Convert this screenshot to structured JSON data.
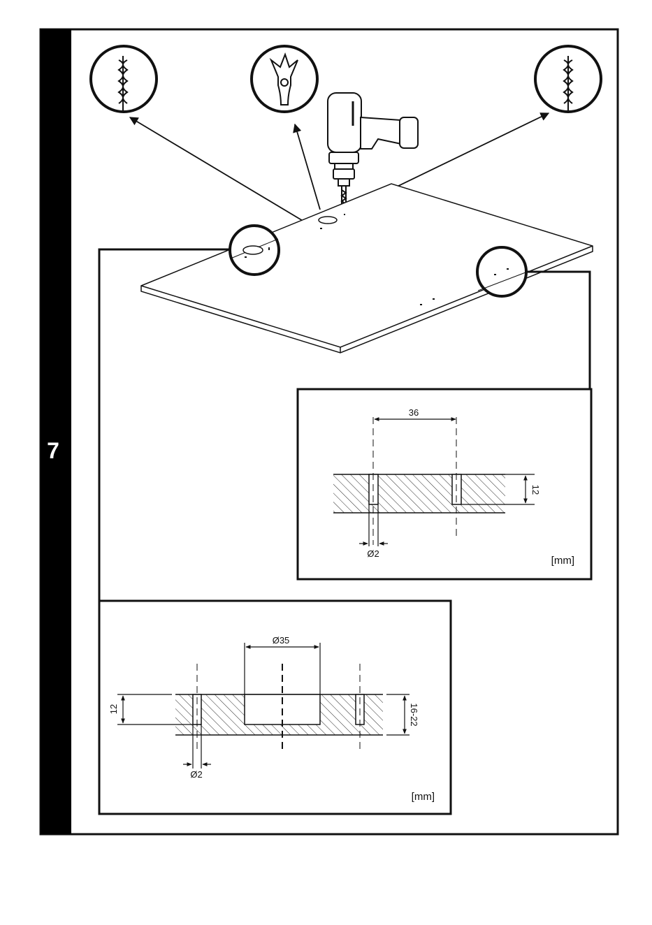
{
  "step": {
    "number": "7"
  },
  "tools": {
    "left": "drill-bit-icon",
    "center": "spade-bit-icon",
    "right": "drill-bit-icon",
    "device": "drill-icon"
  },
  "detail_top": {
    "spacing": "36",
    "depth": "12",
    "diameter": "Ø2",
    "unit": "[mm]"
  },
  "detail_bottom": {
    "hole_diameter": "Ø35",
    "depth": "12",
    "thickness": "16-22",
    "diameter": "Ø2",
    "unit": "[mm]"
  },
  "colors": {
    "ink": "#111111",
    "sidebar": "#000000",
    "background": "#ffffff"
  }
}
